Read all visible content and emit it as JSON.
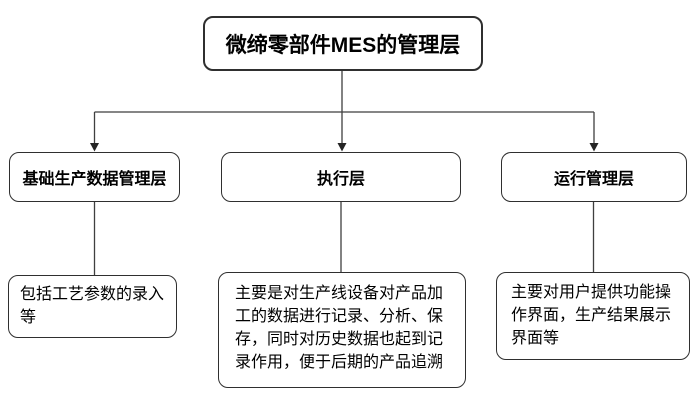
{
  "diagram": {
    "root": {
      "label": "微缔零部件MES的管理层"
    },
    "branches": [
      {
        "title": "基础生产数据管理层",
        "description": "包括工艺参数的录入等"
      },
      {
        "title": "执行层",
        "description": "主要是对生产线设备对产品加工的数据进行记录、分析、保存，同时对历史数据也起到记录作用，便于后期的产品追溯"
      },
      {
        "title": "运行管理层",
        "description": "主要对用户提供功能操作界面，生产结果展示界面等"
      }
    ],
    "colors": {
      "background": "#ffffff",
      "box_fill": "#ffffff",
      "box_border": "#2f2f2f",
      "connector_line": "#3f3f3f",
      "arrowhead": "#242424",
      "text": "#000000"
    }
  }
}
